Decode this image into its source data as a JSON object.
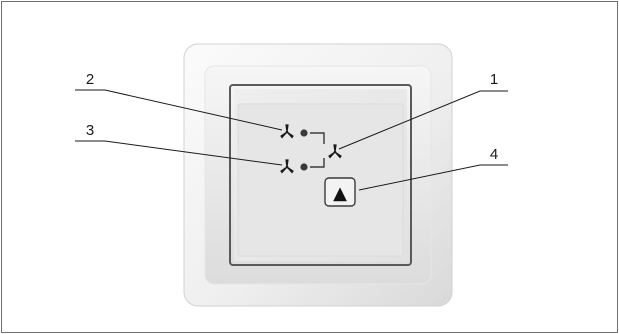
{
  "figure": {
    "callouts": [
      {
        "id": "callout-1",
        "label": "1"
      },
      {
        "id": "callout-2",
        "label": "2"
      },
      {
        "id": "callout-3",
        "label": "3"
      },
      {
        "id": "callout-4",
        "label": "4"
      }
    ],
    "button_symbol": "▲",
    "icons": {
      "fan_upper": "fan-icon",
      "fan_lower": "fan-icon",
      "fan_right": "fan-icon",
      "led_upper": "led-indicator",
      "led_lower": "led-indicator",
      "button": "triangle-up-icon"
    },
    "colors": {
      "frame_border": "#6f6f6f",
      "plate_outer": "#f2f2f2",
      "plate_inner": "#e4e4e4",
      "face": "#e9e9e9",
      "led": "#3a3a3a",
      "lines": "#1a1a1a"
    }
  }
}
